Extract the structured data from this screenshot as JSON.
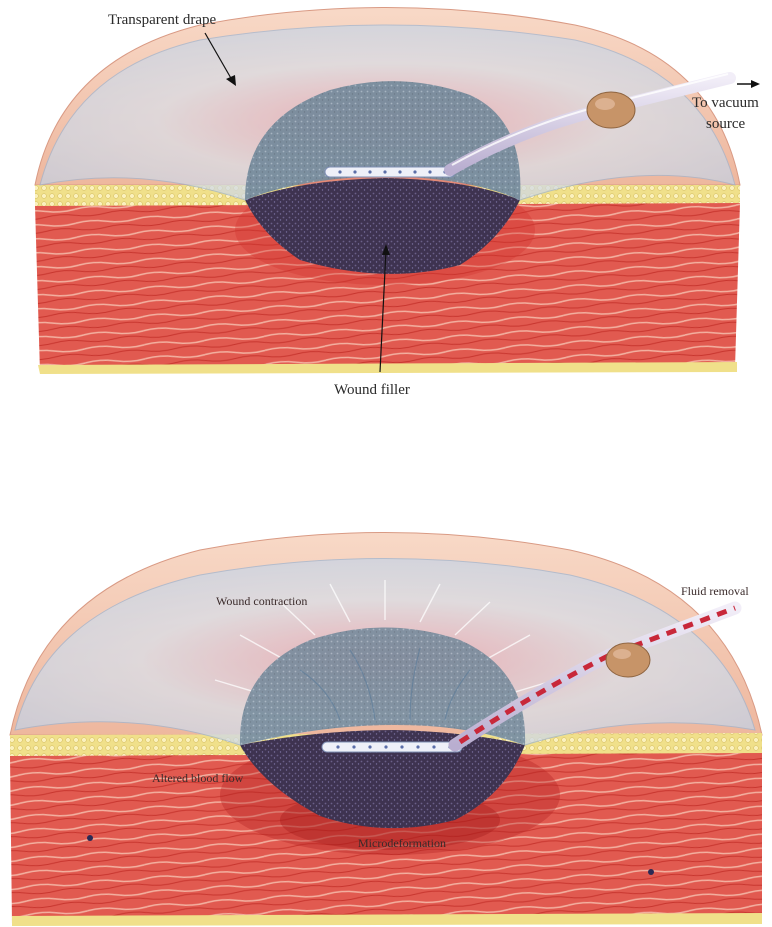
{
  "top_panel": {
    "label_drape": "Transparent drape",
    "label_filler": "Wound filler",
    "label_vacuum_line1": "To vacuum",
    "label_vacuum_line2": "source"
  },
  "bottom_panel": {
    "label_contraction": "Wound contraction",
    "label_fluid": "Fluid removal",
    "label_blood": "Altered blood flow",
    "label_micro": "Microdeformation"
  },
  "colors": {
    "skin": "#f4c7b0",
    "fat": "#f0e08a",
    "muscle": "#e2584f",
    "drape": "#c9d6e6",
    "foam_top": "#6d8290",
    "foam_bottom": "#3e3350",
    "tube": "#d8d0e8",
    "tube_fluid": "#c8283a",
    "port": "#c79468"
  }
}
